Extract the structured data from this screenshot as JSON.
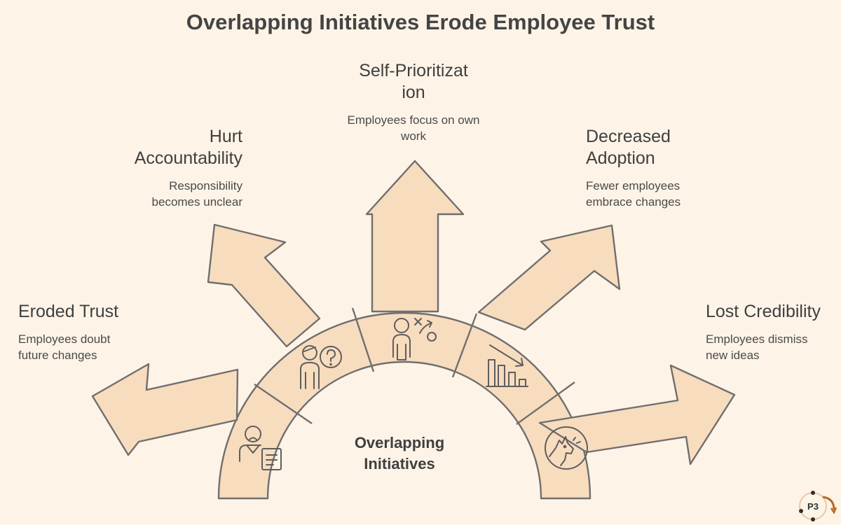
{
  "title": "Overlapping Initiatives Erode Employee Trust",
  "center": {
    "line1": "Overlapping",
    "line2": "Initiatives"
  },
  "branches": [
    {
      "title": "Eroded Trust",
      "description": "Employees doubt future changes",
      "icon": "frustrated-person-with-document-icon"
    },
    {
      "title": "Hurt Accountability",
      "description": "Responsibility becomes unclear",
      "icon": "person-with-question-icon"
    },
    {
      "title": "Self-Prioritization",
      "description": "Employees focus on own work",
      "icon": "person-with-strategy-icon"
    },
    {
      "title": "Decreased Adoption",
      "description": "Fewer employees embrace changes",
      "icon": "declining-bar-chart-icon"
    },
    {
      "title": "Lost Credibility",
      "description": "Employees dismiss new ideas",
      "icon": "crying-wolf-icon"
    }
  ],
  "logo": {
    "text": "P3"
  },
  "colors": {
    "background": "#fdf4e7",
    "fill": "#f8dcbe",
    "stroke": "#6e6e6e",
    "text": "#3f3f3f",
    "logo_accent": "#b8682a"
  }
}
